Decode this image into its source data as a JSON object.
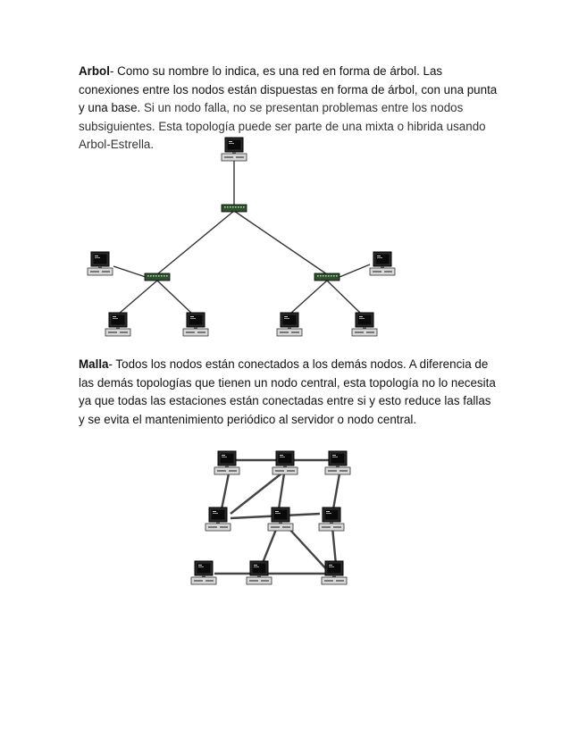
{
  "arbol": {
    "term": "Arbol",
    "text_1": "- Como su nombre lo indica, es una red en forma de árbol. Las conexiones entre los nodos están dispuestas en forma de árbol, con una punta y una base.",
    "text_2": " Si un nodo falla, no se presentan problemas entre los nodos subsiguientes. Esta topología puede ser parte de una mixta o hibrida usando Arbol-Estrella."
  },
  "malla": {
    "term": "Malla",
    "text": "- Todos los nodos están conectados a los demás nodos. A diferencia de las demás topologías que tienen un nodo central, esta topología no lo necesita ya que todas las estaciones están conectadas entre si y esto reduce las fallas y se evita el mantenimiento periódico al servidor o nodo central."
  }
}
